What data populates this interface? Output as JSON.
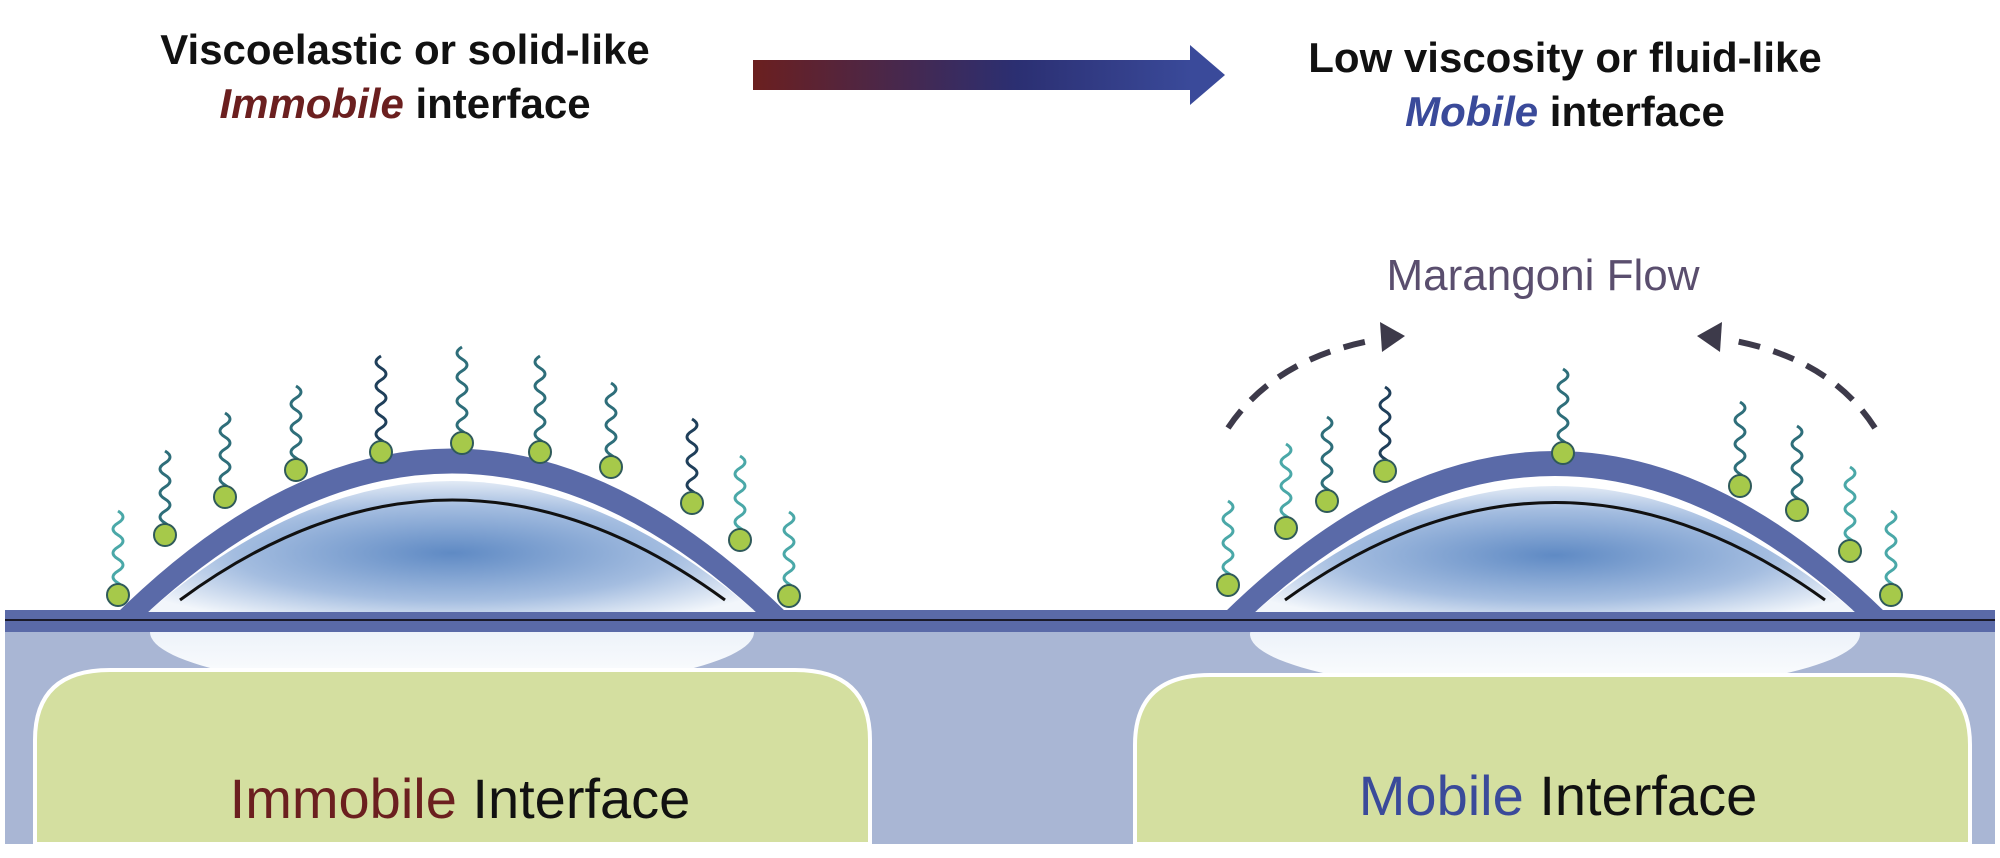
{
  "header_left": {
    "line1": "Viscoelastic or solid-like",
    "emph": "Immobile",
    "rest": "interface"
  },
  "header_right": {
    "line1": "Low viscosity or fluid-like",
    "emph": "Mobile",
    "rest": "interface"
  },
  "flow_label": "Marangoni Flow",
  "panel_left": {
    "emph": "Immobile",
    "rest": "Interface"
  },
  "panel_right": {
    "emph": "Mobile",
    "rest": "Interface"
  },
  "colors": {
    "immobile": "#6b1f1f",
    "mobile": "#3a4a9a",
    "film": "#5a6aa8",
    "subphase": "#a9b6d4",
    "panel": "#d4dfa0",
    "head": "#a6c94a",
    "flow_text": "#5a4e6e",
    "flow_arrow": "#3d3a4a"
  },
  "icons": [
    "surfactant-icon",
    "dashed-arrow-icon",
    "gradient-arrow-icon"
  ]
}
